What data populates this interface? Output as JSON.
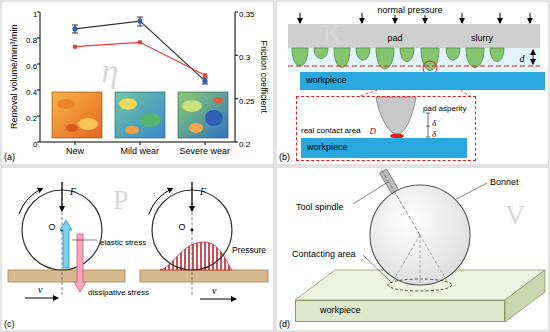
{
  "diagram": {
    "nodes": [
      {
        "text": [
          "workpiece"
        ]
      },
      {
        "text": [
          "pad asperity",
          "real contact area"
        ]
      },
      {
        "text": [
          "workpiece"
        ],
        "in": 1
      },
      {
        "text": [
          "workpiece"
        ]
      }
    ],
    "labels": [
      "η",
      "(a)",
      "Removal volume/mm³/min",
      "Friction coefficient",
      "0",
      "0.2",
      "0.4",
      "0.6",
      "0.8",
      "1",
      "0.2",
      "0.25",
      "0.3",
      "0.35",
      "New",
      "Mild wear",
      "Severe wear",
      "K",
      "(b)",
      "normal pressure",
      "pad",
      "slurry",
      "d",
      "D",
      "δ",
      "δ",
      "P",
      "(c)",
      "F",
      "O",
      "elastic stress",
      "dissipative stress",
      "v",
      "F",
      "O",
      "Pressure",
      "v",
      "V",
      "(d)",
      "Bonnet",
      "Tool spindle",
      "Contacting area"
    ]
  }
}
